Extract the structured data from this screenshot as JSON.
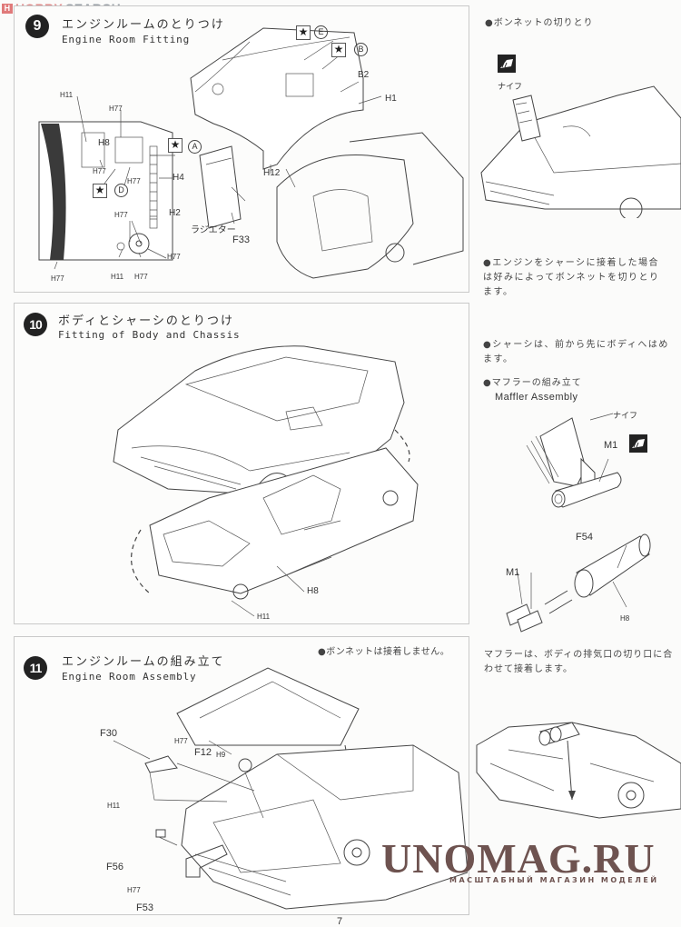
{
  "watermark_top": {
    "brand_mark": "H",
    "hobby": "HOBBY",
    "search": "SEARCH"
  },
  "steps": [
    {
      "number": "9",
      "title_jp": "エンジンルームのとりつけ",
      "title_en": "Engine Room  Fitting",
      "callouts": {
        "star_e": "E",
        "star_b": "B",
        "star_a": "A",
        "star_d": "D",
        "b2": "B2",
        "h1": "H1",
        "h12": "H12",
        "h11_top": "H11",
        "h77_top": "H77",
        "h8": "H8",
        "h77_left": "H77",
        "h77_mid": "H77",
        "h4": "H4",
        "h2": "H2",
        "h77_inner": "H77",
        "h77_right": "H77",
        "h77_bottom_left": "H77",
        "h11_bottom": "H11",
        "h77_bottom": "H77",
        "radiator_jp": "ラジエター",
        "f33": "F33"
      }
    },
    {
      "number": "10",
      "title_jp": "ボディとシャーシのとりつけ",
      "title_en": "Fitting of Body and Chassis",
      "callouts": {
        "h8": "H8",
        "h11": "H11"
      }
    },
    {
      "number": "11",
      "title_jp": "エンジンルームの組み立て",
      "title_en": "Engine Room  Assembly",
      "note_jp": "●ボンネットは接着しません。",
      "callouts": {
        "f30": "F30",
        "h77_a": "H77",
        "f12": "F12",
        "h9": "H9",
        "h11": "H11",
        "f56": "F56",
        "h77_b": "H77",
        "f53": "F53"
      }
    }
  ],
  "sidebar": {
    "bonnet_cut_heading": "●ボンネットの切りとり",
    "knife_label": "ナイフ",
    "bonnet_note": "●エンジンをシャーシに接着した場合は好みによってボンネットを切りとります。",
    "chassis_note": "●シャーシは、前から先にボディへはめます。",
    "muffler_heading_jp": "●マフラーの組み立て",
    "muffler_heading_en": "Maffler Assembly",
    "muffler_knife_label": "ナイフ",
    "m1_top": "M1",
    "f54": "F54",
    "m1_bottom": "M1",
    "h8": "H8",
    "muffler_note": "マフラーは、ボディの排気口の切り口に合わせて接着します。"
  },
  "page_number": "7",
  "watermark_bottom": {
    "title": "UNOMAG.RU",
    "subtitle": "МАСШТАБНЫЙ МАГАЗИН МОДЕЛЕЙ"
  }
}
